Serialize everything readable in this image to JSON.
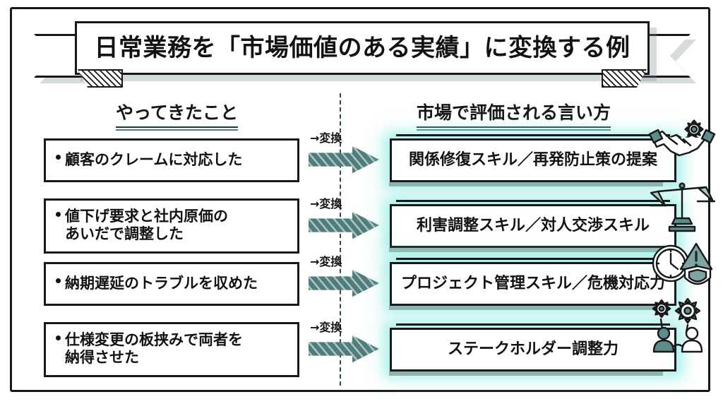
{
  "slide": {
    "title": "日常業務を「市場価値のある実績」に変換する例",
    "accent_color": "#4f7d7b",
    "glow_color": "#78e8dc",
    "ink_color": "#17181a",
    "background_color": "#ffffff"
  },
  "columns": {
    "left_header": "やってきたこと",
    "right_header": "市場で評価される言い方"
  },
  "rows": [
    {
      "before": "顧客のクレームに対応した",
      "before_lines": [
        "顧客のクレームに対応した"
      ],
      "arrow_label": "→変換",
      "after": "関係修復スキル／再発防止策の提案",
      "icon": "handshake-gear-icon"
    },
    {
      "before": "値下げ要求と社内原価のあいだで調整した",
      "before_lines": [
        "値下げ要求と社内原価の",
        "あいだで調整した"
      ],
      "arrow_label": "→変換",
      "after": "利害調整スキル／対人交渉スキル",
      "icon": "balance-scale-icon"
    },
    {
      "before": "納期遅延のトラブルを収めた",
      "before_lines": [
        "納期遅延のトラブルを収めた"
      ],
      "arrow_label": "→変換",
      "after": "プロジェクト管理スキル／危機対応力",
      "icon": "clock-warning-shield-icon"
    },
    {
      "before": "仕様変更の板挟みで両者を納得させた",
      "before_lines": [
        "仕様変更の板挟みで両者を",
        "納得させた"
      ],
      "arrow_label": "→変換",
      "after": "ステークホルダー調整力",
      "icon": "gears-people-icon"
    }
  ]
}
